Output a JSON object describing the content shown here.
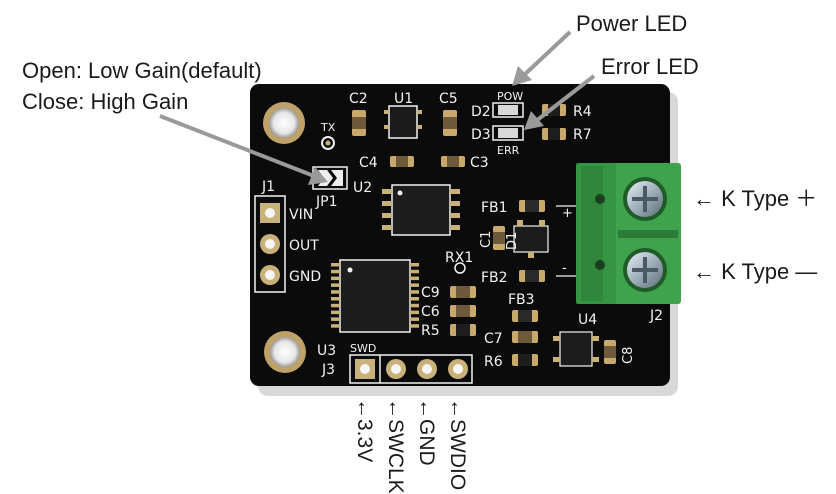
{
  "callouts": {
    "power_led": "Power LED",
    "error_led": "Error LED",
    "gain_open": "Open: Low Gain(default)",
    "gain_close": "Close: High Gain",
    "k_type_plus": "← K Type ＋",
    "k_type_minus": "← K Type —"
  },
  "pin_labels": {
    "v33": "←3.3V",
    "swclk": "←SWCLK",
    "gnd": "←GND",
    "swdio": "←SWDIO"
  },
  "silkscreen": {
    "c2": "C2",
    "u1": "U1",
    "c5": "C5",
    "pow": "POW",
    "d2": "D2",
    "r4": "R4",
    "tx": "TX",
    "d3": "D3",
    "r7": "R7",
    "err": "ERR",
    "c4": "C4",
    "c3": "C3",
    "u2": "U2",
    "jp1": "JP1",
    "j1": "J1",
    "vin": "VIN",
    "out": "OUT",
    "gnd": "GND",
    "fb1": "FB1",
    "c1": "C1",
    "d1": "D1",
    "rx1": "RX1",
    "fb2": "FB2",
    "c9": "C9",
    "c6": "C6",
    "fb3": "FB3",
    "r5": "R5",
    "c7": "C7",
    "u4": "U4",
    "c8": "C8",
    "r6": "R6",
    "u3": "U3",
    "swd": "SWD",
    "j3": "J3",
    "j2": "J2",
    "plus": "+",
    "minus": "-"
  },
  "colors": {
    "pcb": "#0b0b0b",
    "silk": "#f2f2f2",
    "terminal": "#3fa34d",
    "pad": "#c9b27a",
    "arrow": "#9a9a9a"
  }
}
